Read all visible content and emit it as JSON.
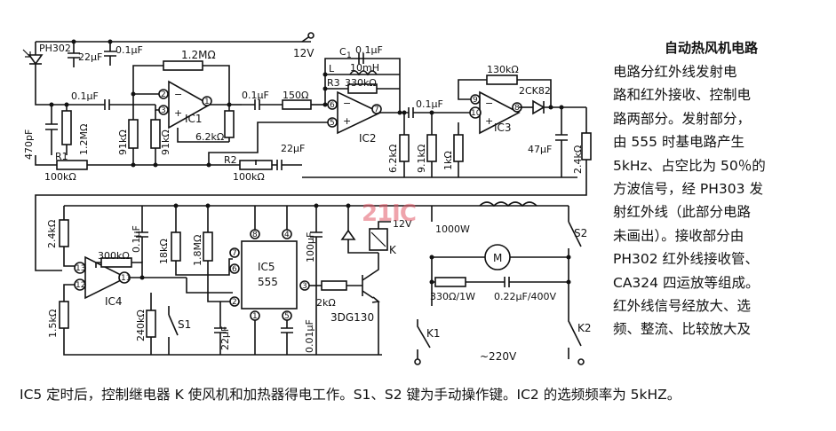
{
  "description": {
    "title": "自动热风机电路",
    "lines": [
      "电路分红外线发射电",
      "路和红外接收、控制电",
      "路两部分。发射部分，",
      "由 555 时基电路产生",
      "5kHz、占空比为 50％的",
      "方波信号，经 PH303 发",
      "射红外线（此部分电路",
      "未画出）。接收部分由",
      "PH302 红外线接收管、",
      "CA324 四运放等组成。",
      "红外线信号经放大、选",
      "频、整流、比较放大及"
    ],
    "continuation": "IC5 定时后，控制继电器 K 使风机和加热器得电工作。S1、S2 键为手动操作键。IC2 的选频频率为 5kHZ。"
  },
  "watermark": "21IC",
  "schematic": {
    "supply_top": "12V",
    "supply_relay": "12V",
    "ph302": "PH302",
    "c_22uf_top": "22μF",
    "c_01uf_top": "0.1μF",
    "r_12m": "1.2MΩ",
    "c_in_01uf": "0.1μF",
    "c_470pf": "470pF",
    "r_12m_v": "1.2MΩ",
    "r1_label": "R1",
    "r1_value": "100kΩ",
    "r_91k_a": "91kΩ",
    "r_91k_b": "91kΩ",
    "ic1": "IC1",
    "r_62k": "6.2kΩ",
    "c_01uf_mid": "0.1μF",
    "r_150": "150Ω",
    "c1_label": "C",
    "c1_sub": "1",
    "c1_value": "0.1μF",
    "l_label": "L",
    "l_value": "10mH",
    "r3_label": "R3",
    "r3_value": "330kΩ",
    "ic2": "IC2",
    "r2_label": "R2",
    "r2_value": "100kΩ",
    "c_22uf_r2": "22μF",
    "c_01uf_ic2out": "0.1μF",
    "r_62k_v": "6.2kΩ",
    "r_91k_v": "9.1kΩ",
    "r_1k_v": "1kΩ",
    "r_130k": "130kΩ",
    "d_2ck82": "2CK82",
    "ic3": "IC3",
    "c_47uf": "47μF",
    "r_24k_v": "2.4kΩ",
    "r_24k_ic4": "2.4kΩ",
    "r_300k": "300kΩ",
    "c_01uf_ic4": "0.1μF",
    "ic4": "IC4",
    "r_15k": "1.5kΩ",
    "r_240k": "240kΩ",
    "s1": "S1",
    "r_18k": "18kΩ",
    "r_18m": "1.8MΩ",
    "c_22uf_ic5": "22μF",
    "ic5_line1": "IC5",
    "ic5_line2": "555",
    "c_001uf": "0.01μF",
    "c_100uf": "100μF",
    "relay_k": "K",
    "r_2k": "2kΩ",
    "transistor": "3DG130",
    "heater": "1000W",
    "motor": "M",
    "r_330": "330Ω/1W",
    "c_022uf": "0.22μF/400V",
    "s2": "S2",
    "k1": "K1",
    "k2": "K2",
    "mains": "~220V",
    "pins": {
      "ic1_in_minus": "2",
      "ic1_in_plus": "3",
      "ic1_out": "1",
      "ic2_in_minus": "6",
      "ic2_in_plus": "5",
      "ic2_out": "7",
      "ic3_in_minus": "9",
      "ic3_in_plus": "10",
      "ic3_out": "8",
      "ic4_in_minus": "13",
      "ic4_in_plus": "12",
      "ic4_out": "11",
      "ic5_p8": "8",
      "ic5_p4": "4",
      "ic5_p7": "7",
      "ic5_p6": "6",
      "ic5_p2": "2",
      "ic5_p3": "3",
      "ic5_p1": "1",
      "ic5_p5": "5"
    }
  }
}
